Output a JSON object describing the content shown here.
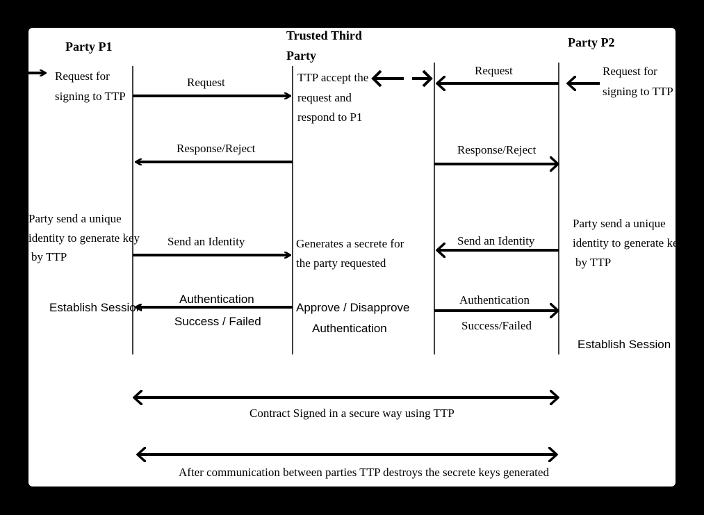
{
  "participants": {
    "p1": "Party P1",
    "ttp_line1": "Trusted Third",
    "ttp_line2": "Party",
    "p2": "Party P2"
  },
  "p1_notes": {
    "request_line1": "Request for",
    "request_line2": "signing to TTP",
    "identity_line1": "Party send a unique",
    "identity_line2": "identity to generate key",
    "identity_line3": "by TTP",
    "session": "Establish Session"
  },
  "p2_notes": {
    "request_line1": "Request for",
    "request_line2": "signing to TTP",
    "identity_line1": "Party send a unique",
    "identity_line2": "identity to generate key",
    "identity_line3": "by TTP",
    "session": "Establish Session"
  },
  "ttp_notes": {
    "accept_line1": "TTP accept the",
    "accept_line2": "request and",
    "accept_line3": "respond to P1",
    "secret_line1": "Generates a secrete for",
    "secret_line2": "the party requested",
    "approve_line1": "Approve / Disapprove",
    "approve_line2": "Authentication"
  },
  "messages_left": {
    "request": "Request",
    "response": "Response/Reject",
    "identity": "Send an Identity",
    "auth_line1": "Authentication",
    "auth_line2": "Success / Failed"
  },
  "messages_right": {
    "request": "Request",
    "response": "Response/Reject",
    "identity": "Send an Identity",
    "auth_line1": "Authentication",
    "auth_line2": "Success/Failed"
  },
  "footer": {
    "contract": "Contract Signed in a secure way using TTP",
    "destroy": "After communication between parties TTP destroys the secrete keys generated"
  }
}
